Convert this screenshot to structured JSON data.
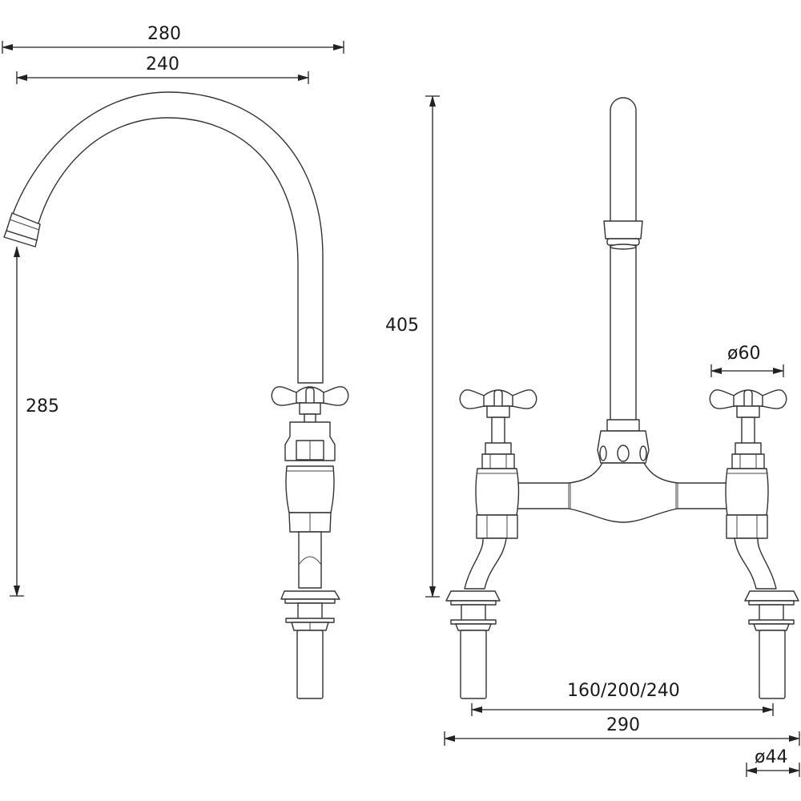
{
  "drawing": {
    "title": "Bridge mixer tap with swan-neck spout — dimensioned technical drawing",
    "units": "mm",
    "views": [
      "side-view",
      "front-view"
    ],
    "colors": {
      "line": "#333333",
      "background": "#ffffff",
      "text": "#1a1a1a"
    }
  },
  "dimensions": {
    "overall_reach": "280",
    "spout_reach": "240",
    "spout_outlet_height": "285",
    "overall_height": "405",
    "handle_diameter": "ø60",
    "tap_centres": "160/200/240",
    "overall_width": "290",
    "base_diameter": "ø44"
  }
}
